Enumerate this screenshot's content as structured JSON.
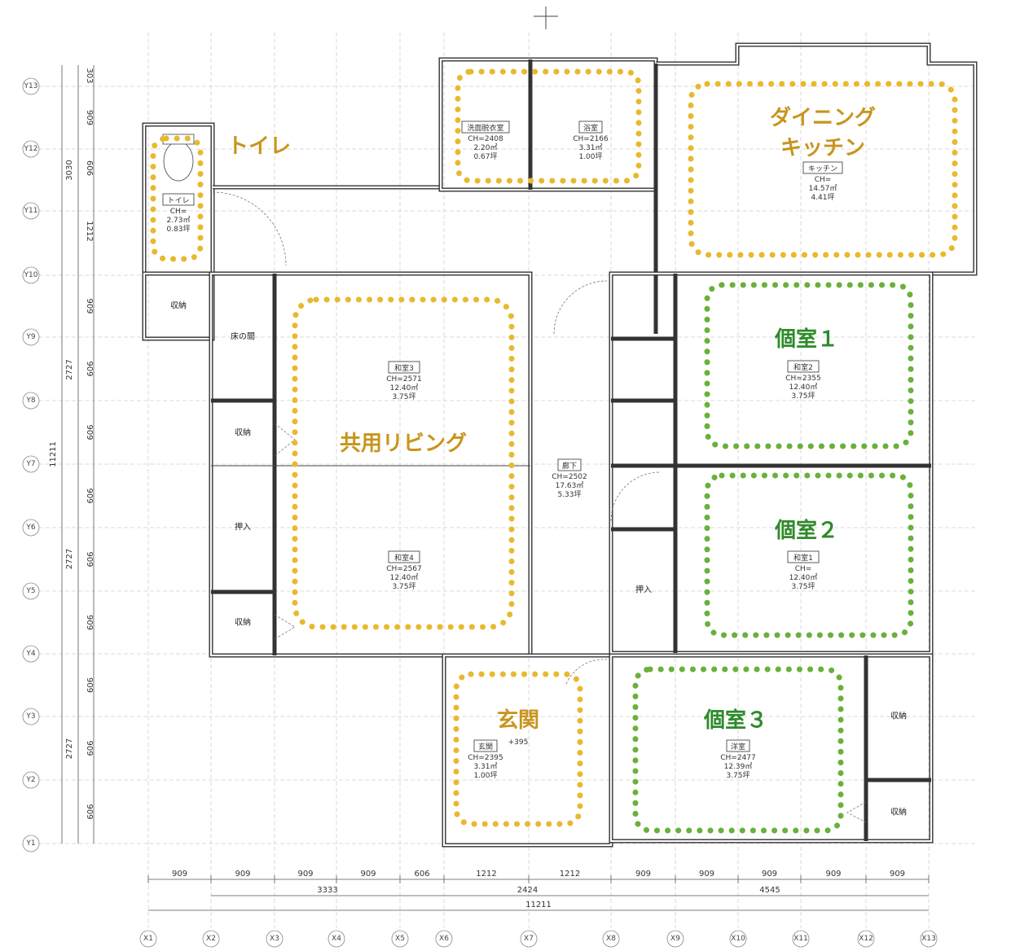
{
  "grid": {
    "x_labels": [
      "X1",
      "X2",
      "X3",
      "X4",
      "X5",
      "X6",
      "X7",
      "X8",
      "X9",
      "X10",
      "X11",
      "X12",
      "X13"
    ],
    "y_labels": [
      "Y13",
      "Y12",
      "Y11",
      "Y10",
      "Y9",
      "Y8",
      "Y7",
      "Y6",
      "Y5",
      "Y4",
      "Y3",
      "Y2",
      "Y1"
    ]
  },
  "dimensions": {
    "bottom_row1": [
      "909",
      "909",
      "909",
      "909",
      "606",
      "1212",
      "1212",
      "909",
      "909",
      "909",
      "909",
      "909"
    ],
    "bottom_row2": [
      "3333",
      "2424",
      "4545"
    ],
    "bottom_total": "11211",
    "left_col1": [
      "303",
      "909",
      "606",
      "1212",
      "909",
      "909",
      "909",
      "909",
      "909",
      "909",
      "909",
      "909",
      "909"
    ],
    "left_col2": [
      "3030",
      "2727",
      "2727",
      "2727"
    ],
    "left_total": "11211"
  },
  "rooms": {
    "toilet": {
      "name": "トイレ",
      "ch": "CH=",
      "area": "2.73㎡",
      "tsubo": "0.83坪"
    },
    "washroom": {
      "name": "洗面脱衣室",
      "ch": "CH=2408",
      "area": "2.20㎡",
      "tsubo": "0.67坪"
    },
    "bath": {
      "name": "浴室",
      "ch": "CH=2166",
      "area": "3.31㎡",
      "tsubo": "1.00坪"
    },
    "kitchen": {
      "name": "キッチン",
      "ch": "CH=",
      "area": "14.57㎡",
      "tsubo": "4.41坪"
    },
    "washitsu3": {
      "name": "和室3",
      "ch": "CH=2571",
      "area": "12.40㎡",
      "tsubo": "3.75坪"
    },
    "washitsu4": {
      "name": "和室4",
      "ch": "CH=2567",
      "area": "12.40㎡",
      "tsubo": "3.75坪"
    },
    "washitsu2": {
      "name": "和室2",
      "ch": "CH=2355",
      "area": "12.40㎡",
      "tsubo": "3.75坪"
    },
    "washitsu1": {
      "name": "和室1",
      "ch": "CH=",
      "area": "12.40㎡",
      "tsubo": "3.75坪"
    },
    "corridor": {
      "name": "廊下",
      "ch": "CH=2502",
      "area": "17.63㎡",
      "tsubo": "5.33坪"
    },
    "entrance": {
      "name": "玄関",
      "ch": "CH=2395",
      "area": "3.31㎡",
      "tsubo": "1.00坪",
      "step": "+395"
    },
    "western": {
      "name": "洋室",
      "ch": "CH=2477",
      "area": "12.39㎡",
      "tsubo": "3.75坪"
    }
  },
  "storage": {
    "shuno": "収納",
    "tokonoma": "床の間",
    "oshiire": "押入"
  },
  "zones": {
    "toilet": "トイレ",
    "dining_line1": "ダイニング",
    "dining_line2": "キッチン",
    "living": "共用リビング",
    "room1": "個室１",
    "room2": "個室２",
    "room3": "個室３",
    "entrance": "玄関"
  },
  "colors": {
    "shared_zone": "#e8b930",
    "private_zone": "#6ab03a",
    "shared_text": "#c8951c",
    "private_text": "#2e8a2a"
  }
}
